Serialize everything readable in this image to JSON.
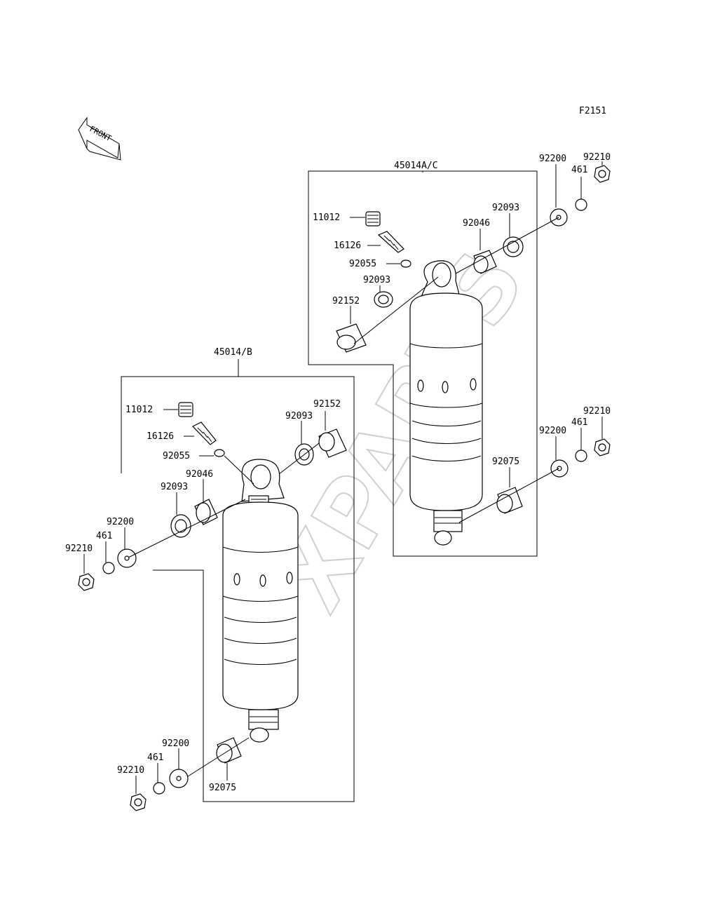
{
  "figure_code": "F2151",
  "front_label": "FRONT",
  "watermark": "XPARTS",
  "assemblies": {
    "right": {
      "name": "45014A/C"
    },
    "left": {
      "name": "45014/B"
    }
  },
  "callouts": {
    "r_11012": "11012",
    "r_16126": "16126",
    "r_92055": "92055",
    "r_92093a": "92093",
    "r_92152": "92152",
    "r_92046": "92046",
    "r_92093b": "92093",
    "r_92200a": "92200",
    "r_461a": "461",
    "r_92210a": "92210",
    "r_92075": "92075",
    "r_92200b": "92200",
    "r_461b": "461",
    "r_92210b": "92210",
    "l_11012": "11012",
    "l_16126": "16126",
    "l_92055": "92055",
    "l_92152": "92152",
    "l_92093a": "92093",
    "l_92046": "92046",
    "l_92093b": "92093",
    "l_92200a": "92200",
    "l_461a": "461",
    "l_92210a": "92210",
    "l_92200b": "92200",
    "l_461b": "461",
    "l_92210b": "92210",
    "l_92075": "92075"
  }
}
